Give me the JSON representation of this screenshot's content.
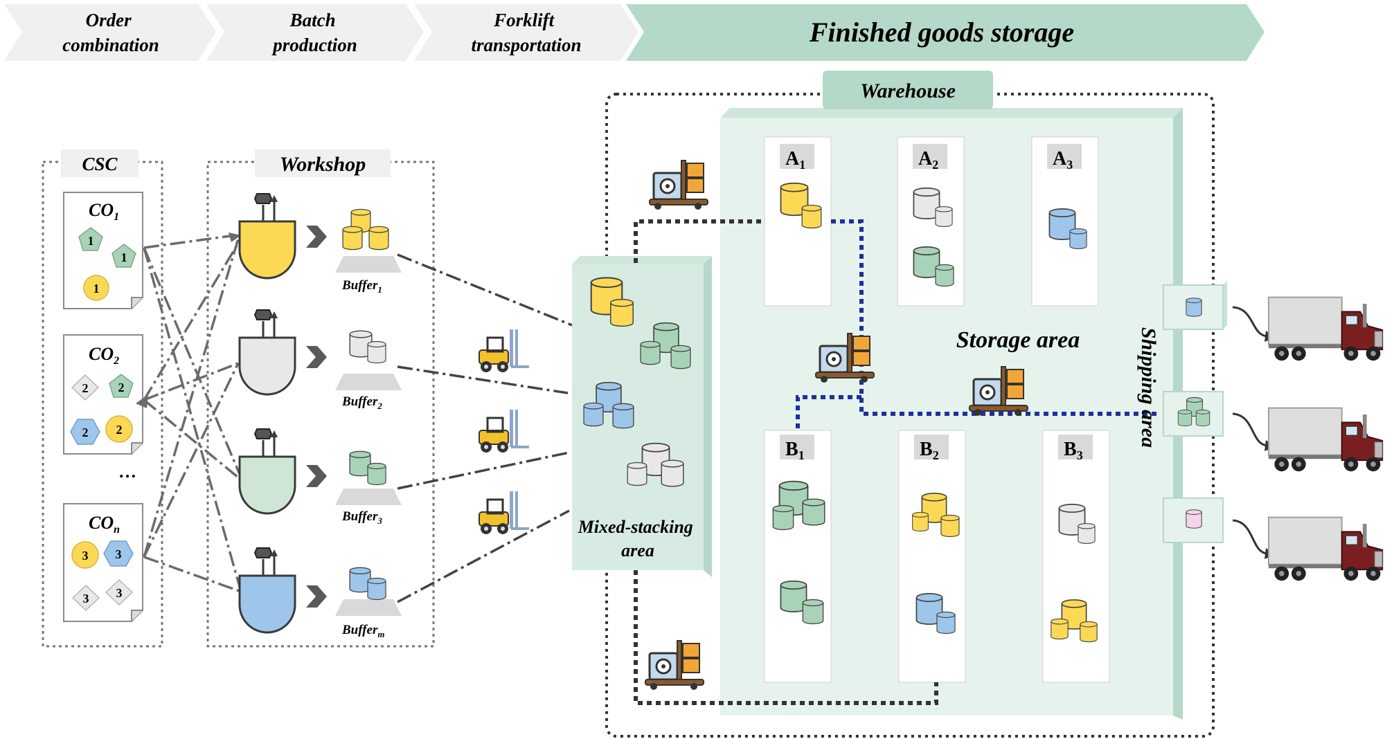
{
  "stages": [
    {
      "line1": "Order",
      "line2": "combination"
    },
    {
      "line1": "Batch",
      "line2": "production"
    },
    {
      "line1": "Forklift",
      "line2": "transportation"
    }
  ],
  "final_stage": "Finished goods storage",
  "csc": {
    "title": "CSC",
    "orders": [
      {
        "base": "CO",
        "sub": "1",
        "shapes": [
          "1",
          "1",
          "1"
        ]
      },
      {
        "base": "CO",
        "sub": "2",
        "shapes": [
          "2",
          "2",
          "2",
          "2"
        ]
      },
      {
        "base": "CO",
        "sub": "n",
        "shapes": [
          "3",
          "3",
          "3",
          "3"
        ]
      }
    ],
    "ellipsis": "…"
  },
  "workshop": {
    "title": "Workshop",
    "buffers": [
      {
        "base": "Buffer",
        "sub": "1"
      },
      {
        "base": "Buffer",
        "sub": "2"
      },
      {
        "base": "Buffer",
        "sub": "3"
      },
      {
        "base": "Buffer",
        "sub": "m"
      }
    ]
  },
  "warehouse": {
    "title": "Warehouse",
    "mixed_area": {
      "line1": "Mixed-stacking",
      "line2": "area"
    },
    "storage_area": "Storage area",
    "shipping_area": "Shipping area",
    "racks": [
      {
        "base": "A",
        "sub": "1"
      },
      {
        "base": "A",
        "sub": "2"
      },
      {
        "base": "A",
        "sub": "3"
      },
      {
        "base": "B",
        "sub": "1"
      },
      {
        "base": "B",
        "sub": "2"
      },
      {
        "base": "B",
        "sub": "3"
      }
    ]
  },
  "colors": {
    "yellow": "#fcd955",
    "gray": "#e8e8e8",
    "green": "#a9d3b8",
    "blue": "#9ec6ea",
    "pink": "#f6d3e8",
    "teal_band": "#b5d9c9",
    "area_fill": "#e6f2ec",
    "path_blue": "#1f2f9c"
  }
}
